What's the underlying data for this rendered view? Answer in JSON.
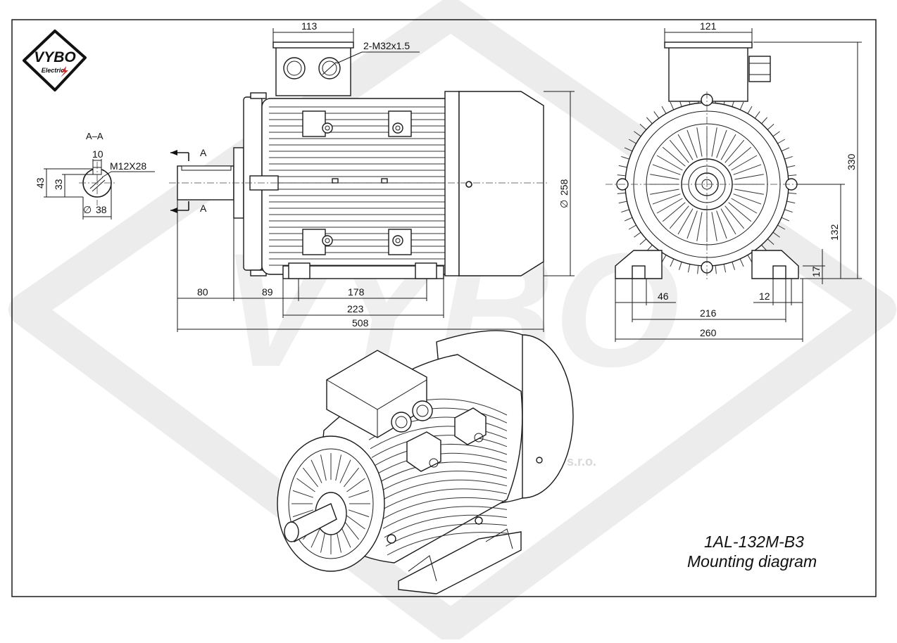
{
  "logo": {
    "brand": "VYBO",
    "sub": "Electric"
  },
  "watermark": {
    "company": "VYBO",
    "suffix": "s.r.o."
  },
  "section": {
    "title": "A–A",
    "key_width": "10",
    "thread": "M12X28",
    "height_43": "43",
    "height_33": "33",
    "diameter": "38"
  },
  "side_view": {
    "section_mark": "A",
    "box_width": "113",
    "cable_glands": "2-M32x1.5",
    "shaft_length": "80",
    "d89": "89",
    "d178": "178",
    "d223": "223",
    "total_length": "508",
    "diameter": "258"
  },
  "front_view": {
    "box_width": "121",
    "total_height": "330",
    "shaft_height": "132",
    "foot_height": "17",
    "d46": "46",
    "hole": "12",
    "bolt_spacing": "216",
    "foot_width": "260"
  },
  "title_block": {
    "model": "1AL-132M-B3",
    "caption": "Mounting diagram"
  },
  "colors": {
    "line": "#1a1a1a",
    "watermark": "#e6e6e6",
    "accent": "#d42020"
  }
}
